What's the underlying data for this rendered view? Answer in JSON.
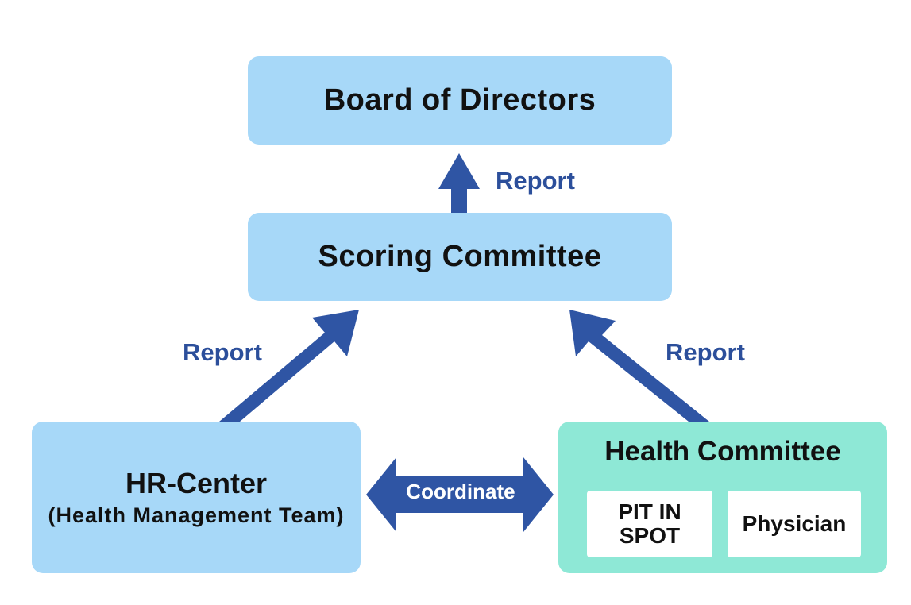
{
  "nodes": {
    "board": "Board of Directors",
    "scoring": "Scoring Committee",
    "hr_title": "HR-Center",
    "hr_subtitle": "(Health Management Team)",
    "health_title": "Health Committee",
    "pit": "PIT IN SPOT",
    "physician": "Physician"
  },
  "edges": {
    "report_top": "Report",
    "report_left": "Report",
    "report_right": "Report",
    "coordinate": "Coordinate"
  },
  "colors": {
    "box_blue": "#a7d8f8",
    "box_green": "#8ee8d6",
    "arrow": "#2f55a4",
    "label": "#2c4f9b"
  }
}
